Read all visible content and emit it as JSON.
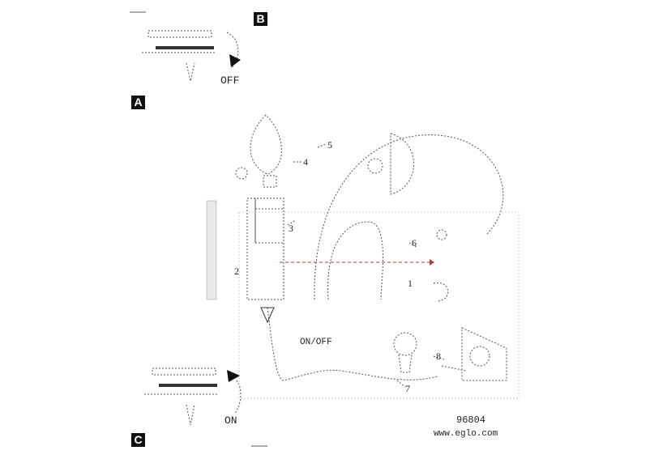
{
  "panels": {
    "a_label": "A",
    "b_label": "B",
    "c_label": "C",
    "off_text": "OFF",
    "on_text": "ON"
  },
  "diagram": {
    "callouts": [
      "1",
      "2",
      "3",
      "4",
      "5",
      "6",
      "7",
      "8"
    ],
    "on_off_label": "ON/OFF"
  },
  "footer": {
    "model_number": "96804",
    "website": "www.eglo.com"
  },
  "colors": {
    "line": "#444444",
    "laser": "#b33a3a",
    "badge": "#111111"
  }
}
